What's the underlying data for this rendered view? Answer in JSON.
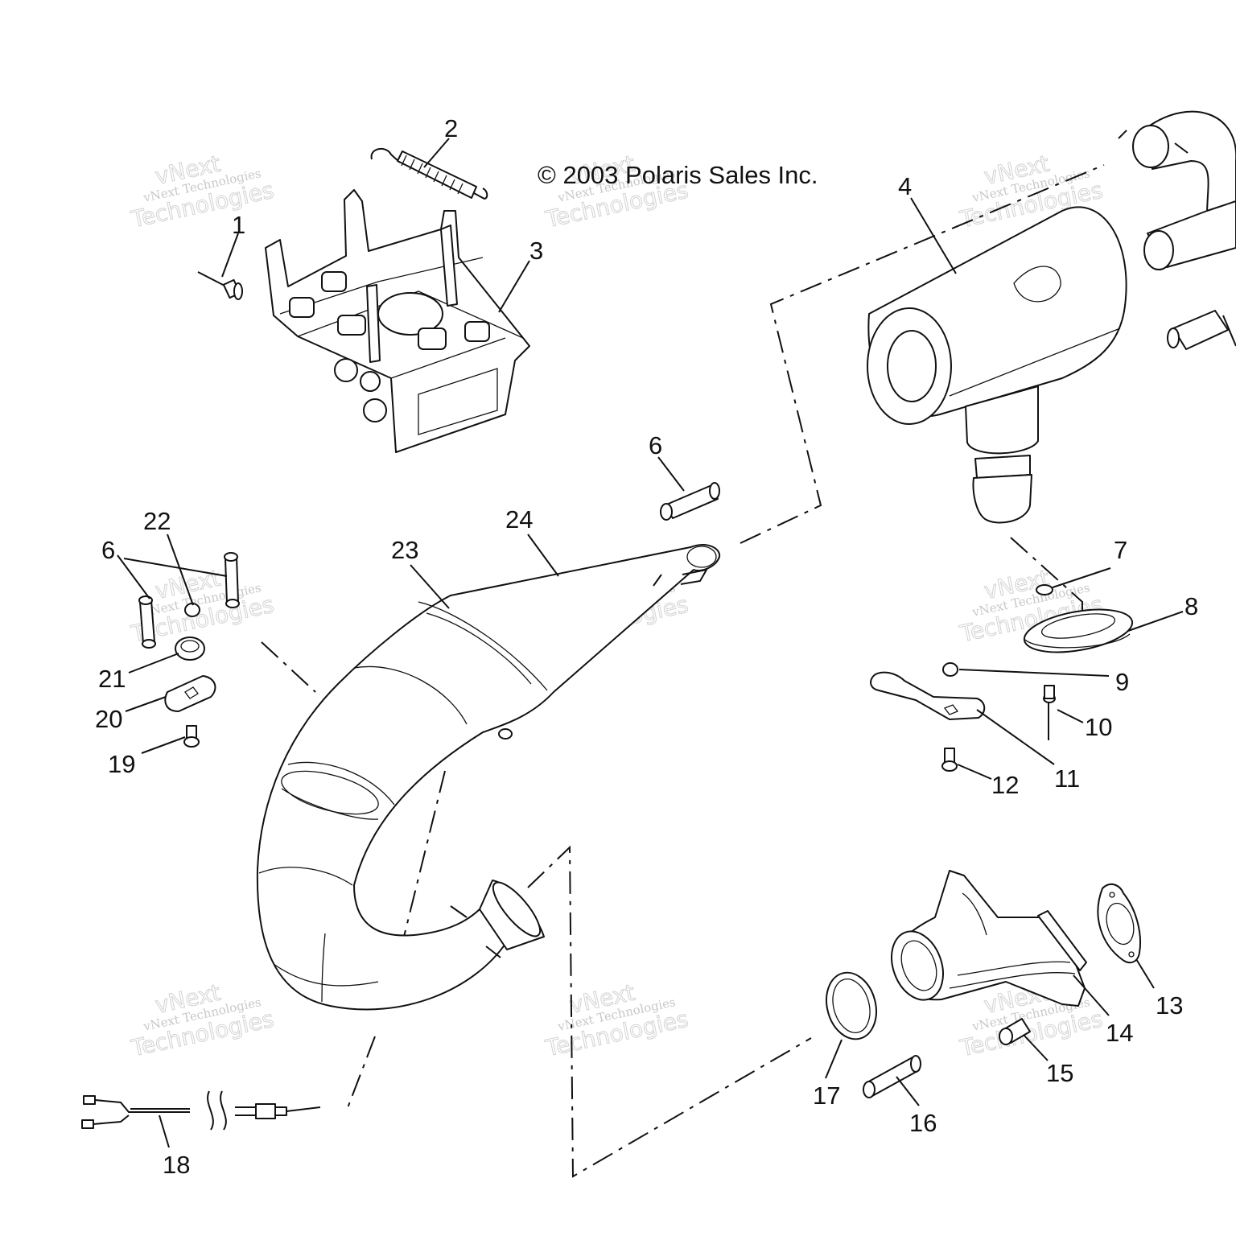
{
  "copyright": "© 2003 Polaris Sales Inc.",
  "watermark": {
    "line1": "vNext Technologies",
    "line2": "vNext",
    "line3": "Technologies"
  },
  "callouts": [
    "1",
    "2",
    "3",
    "4",
    "6",
    "6",
    "7",
    "8",
    "9",
    "10",
    "11",
    "12",
    "13",
    "14",
    "15",
    "16",
    "17",
    "18",
    "19",
    "20",
    "21",
    "22",
    "23",
    "24"
  ]
}
